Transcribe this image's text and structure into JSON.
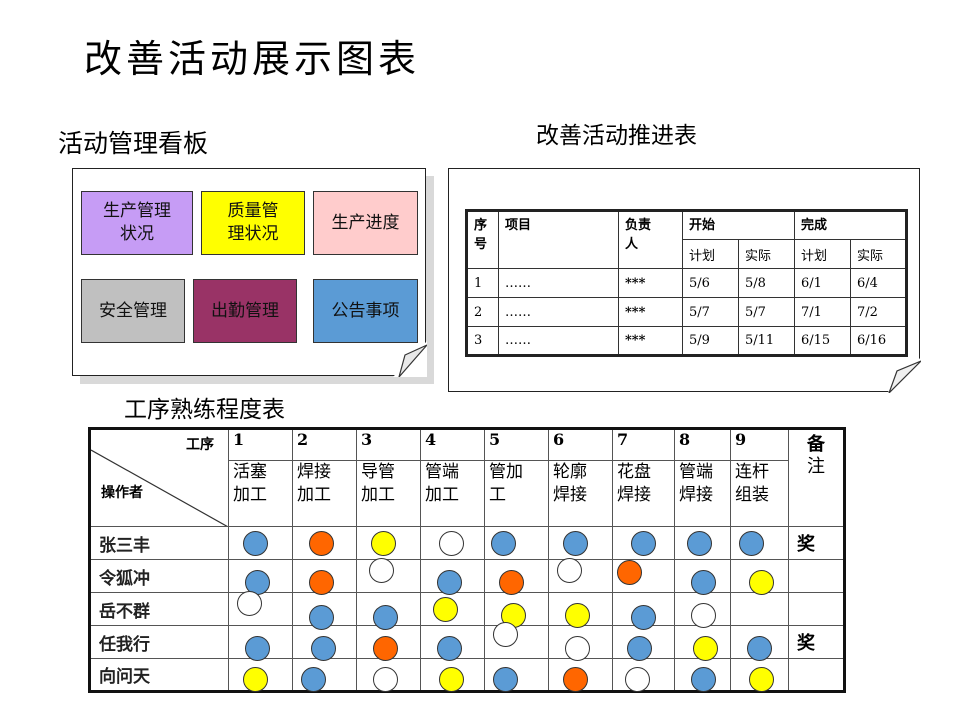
{
  "title": "改善活动展示图表",
  "kanban": {
    "heading": "活动管理看板",
    "cards": [
      {
        "label": "生产管理\n状况",
        "line1": "生产管理",
        "line2": "状况",
        "color": "#c69cf5"
      },
      {
        "label": "质量管\n理状况",
        "line1": "质量管",
        "line2": "理状况",
        "color": "#ffff00"
      },
      {
        "label": "生产进度",
        "line1": "生产进度",
        "line2": "",
        "color": "#ffcccc"
      },
      {
        "label": "安全管理",
        "line1": "安全管理",
        "line2": "",
        "color": "#c0c0c0"
      },
      {
        "label": "出勤管理",
        "line1": "出勤管理",
        "line2": "",
        "color": "#993366"
      },
      {
        "label": "公告事项",
        "line1": "公告事项",
        "line2": "",
        "color": "#5b9bd5"
      }
    ]
  },
  "progress": {
    "heading": "改善活动推进表",
    "headers": {
      "seq": "序\n号",
      "seq1": "序",
      "seq2": "号",
      "item": "项目",
      "owner1": "负责",
      "owner2": "人",
      "start": "开始",
      "finish": "完成",
      "plan": "计划",
      "actual": "实际"
    },
    "rows": [
      {
        "seq": "1",
        "item": "……",
        "owner": "***",
        "start_plan": "5/6",
        "start_actual": "5/8",
        "finish_plan": "6/1",
        "finish_actual": "6/4"
      },
      {
        "seq": "2",
        "item": "……",
        "owner": "***",
        "start_plan": "5/7",
        "start_actual": "5/7",
        "finish_plan": "7/1",
        "finish_actual": "7/2"
      },
      {
        "seq": "3",
        "item": "……",
        "owner": "***",
        "start_plan": "5/9",
        "start_actual": "5/11",
        "finish_plan": "6/15",
        "finish_actual": "6/16"
      }
    ]
  },
  "skill": {
    "heading": "工序熟练程度表",
    "corner_top": "工序",
    "corner_bottom": "操作者",
    "remark_header1": "备",
    "remark_header2": "注",
    "steps": [
      {
        "num": "1",
        "n1": "活塞",
        "n2": "加工"
      },
      {
        "num": "2",
        "n1": "焊接",
        "n2": "加工"
      },
      {
        "num": "3",
        "n1": "导管",
        "n2": "加工"
      },
      {
        "num": "4",
        "n1": "管端",
        "n2": "加工"
      },
      {
        "num": "5",
        "n1": "管加",
        "n2": "工"
      },
      {
        "num": "6",
        "n1": "轮廓",
        "n2": "焊接"
      },
      {
        "num": "7",
        "n1": "花盘",
        "n2": "焊接"
      },
      {
        "num": "8",
        "n1": "管端",
        "n2": "焊接"
      },
      {
        "num": "9",
        "n1": "连杆",
        "n2": "组装"
      }
    ],
    "legend_colors": {
      "blue": "#5b9bd5",
      "orange": "#ff6600",
      "yellow": "#ffff00",
      "white": "#ffffff"
    },
    "operators": [
      {
        "name": "张三丰",
        "remark": "奖",
        "levels": [
          "blue",
          "orange",
          "yellow",
          "white",
          "blue",
          "blue",
          "blue",
          "blue",
          "blue"
        ]
      },
      {
        "name": "令狐冲",
        "remark": "",
        "levels": [
          "blue",
          "orange",
          "white",
          "blue",
          "orange",
          "white",
          "orange",
          "blue",
          "yellow"
        ]
      },
      {
        "name": "岳不群",
        "remark": "",
        "levels": [
          "white",
          "blue",
          "blue",
          "yellow",
          "yellow",
          "yellow",
          "blue",
          "white",
          ""
        ]
      },
      {
        "name": "任我行",
        "remark": "奖",
        "levels": [
          "blue",
          "blue",
          "orange",
          "blue",
          "white",
          "white",
          "blue",
          "yellow",
          "blue"
        ]
      },
      {
        "name": "向问天",
        "remark": "",
        "levels": [
          "yellow",
          "blue",
          "white",
          "yellow",
          "blue",
          "orange",
          "white",
          "blue",
          "yellow"
        ]
      }
    ]
  }
}
